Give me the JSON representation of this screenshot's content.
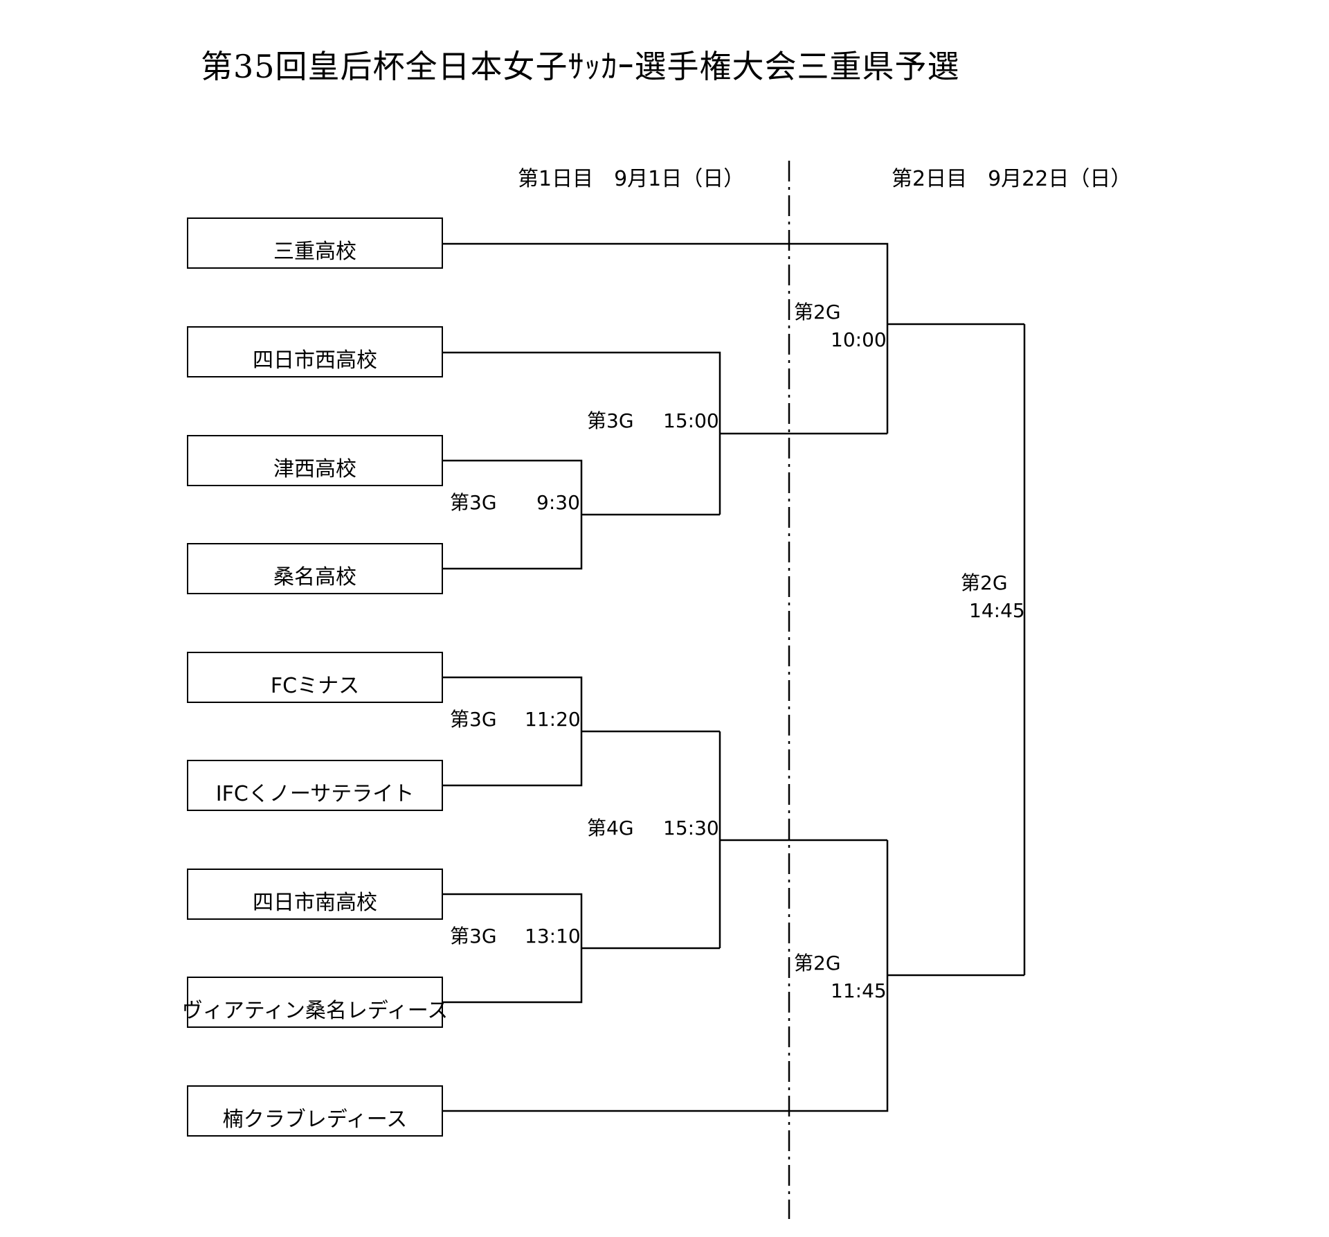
{
  "title": "第35回皇后杯全日本女子ｻｯｶｰ選手権大会三重県予選",
  "days": [
    {
      "label": "第1日目　9月1日（日）"
    },
    {
      "label": "第2日目　9月22日（日）"
    }
  ],
  "teams": [
    {
      "name": "三重高校"
    },
    {
      "name": "四日市西高校"
    },
    {
      "name": "津西高校"
    },
    {
      "name": "桑名高校"
    },
    {
      "name": "FCミナス"
    },
    {
      "name": "IFCくノーサテライト"
    },
    {
      "name": "四日市南高校"
    },
    {
      "name": "ヴィアティン桑名レディース"
    },
    {
      "name": "楠クラブレディース"
    }
  ],
  "matches": {
    "r1_a": {
      "venue": "第3G",
      "time": "9:30"
    },
    "r1_b": {
      "venue": "第3G",
      "time": "11:20"
    },
    "r1_c": {
      "venue": "第3G",
      "time": "13:10"
    },
    "r2_top": {
      "venue": "第3G",
      "time": "15:00"
    },
    "r2_bottom": {
      "venue": "第4G",
      "time": "15:30"
    },
    "semi_top": {
      "venue": "第2G",
      "time": "10:00"
    },
    "semi_bottom": {
      "venue": "第2G",
      "time": "11:45"
    },
    "final": {
      "venue": "第2G",
      "time": "14:45"
    }
  }
}
